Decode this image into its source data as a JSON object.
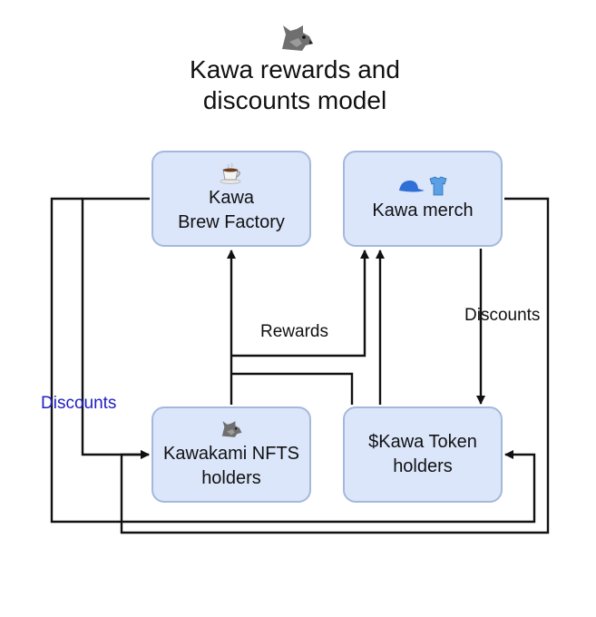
{
  "diagram": {
    "title_lines": [
      "Kawa rewards and",
      "discounts model"
    ],
    "logo_icon": "wolf-icon",
    "nodes": {
      "brew": {
        "icon": "coffee-cup-icon",
        "lines": [
          "Kawa",
          "Brew Factory"
        ]
      },
      "merch": {
        "icon": "cap-and-shirt-icon",
        "lines": [
          "Kawa merch"
        ]
      },
      "nft": {
        "icon": "wolf-icon",
        "lines": [
          "Kawakami NFTS",
          "holders"
        ]
      },
      "token": {
        "icon": "",
        "lines": [
          "$Kawa Token",
          "holders"
        ]
      }
    },
    "edge_labels": {
      "rewards": "Rewards",
      "discounts_right": "Discounts",
      "discounts_left": "Discounts"
    },
    "colors": {
      "node_fill": "#dbe6fb",
      "node_border": "#a5b8dc",
      "edge": "#111111",
      "left_label": "#2020c0"
    }
  }
}
